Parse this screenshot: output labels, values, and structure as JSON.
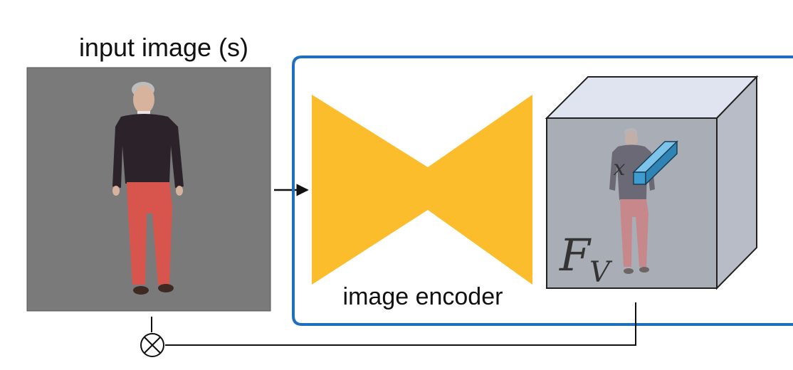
{
  "diagram": {
    "input_label": "input image (s)",
    "encoder_label": "image encoder",
    "feature_label_main": "F",
    "feature_label_sub": "V",
    "point_label": "x",
    "multiply_symbol": "⊗"
  },
  "colors": {
    "input_bg": "#7a7a7a",
    "frame_blue": "#1f6fc1",
    "encoder_yellow": "#fbbd2b",
    "cube_front": "#a9adb6",
    "cube_top": "#dfe4f0",
    "cube_side": "#b8bcc6",
    "sweater": "#2c2229",
    "pants": "#d8554d",
    "skin": "#d7b39e",
    "hair": "#bdbdbd",
    "shoes": "#3e2a22",
    "feature_bar": "#3f9ccf",
    "line": "#111111"
  }
}
